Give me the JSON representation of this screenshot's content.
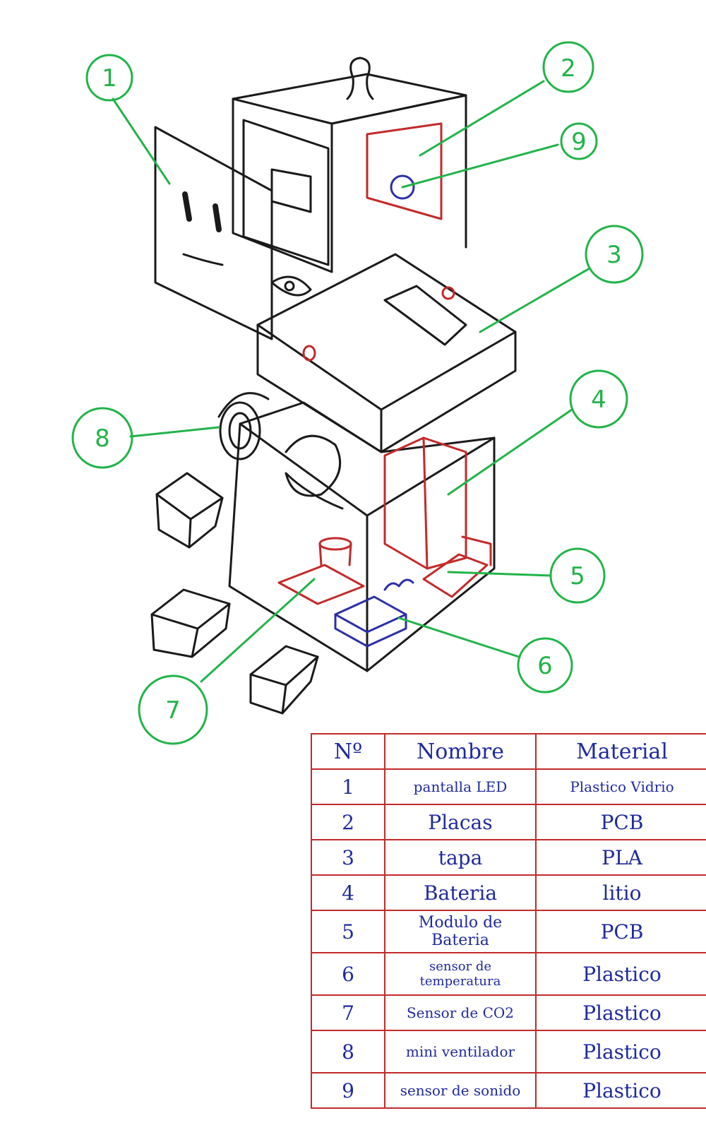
{
  "colors": {
    "ink": "#1a1a1a",
    "callout": "#22b34a",
    "component_red": "#c22a2a",
    "sensor_blue": "#2b2fa6",
    "table_border": "#c22a2a",
    "table_text": "#1f2a9c"
  },
  "callouts": [
    "1",
    "2",
    "3",
    "4",
    "5",
    "6",
    "7",
    "8",
    "9"
  ],
  "table": {
    "headers": [
      "Nº",
      "Nombre",
      "Material"
    ],
    "rows": [
      {
        "num": "1",
        "name": "pantalla LED",
        "material": "Plastico Vidrio"
      },
      {
        "num": "2",
        "name": "Placas",
        "material": "PCB"
      },
      {
        "num": "3",
        "name": "tapa",
        "material": "PLA"
      },
      {
        "num": "4",
        "name": "Bateria",
        "material": "litio"
      },
      {
        "num": "5",
        "name": "Modulo de Bateria",
        "material": "PCB"
      },
      {
        "num": "6",
        "name": "sensor de temperatura",
        "material": "Plastico"
      },
      {
        "num": "7",
        "name": "Sensor de CO2",
        "material": "Plastico"
      },
      {
        "num": "8",
        "name": "mini ventilador",
        "material": "Plastico"
      },
      {
        "num": "9",
        "name": "sensor de sonido",
        "material": "Plastico"
      }
    ]
  }
}
